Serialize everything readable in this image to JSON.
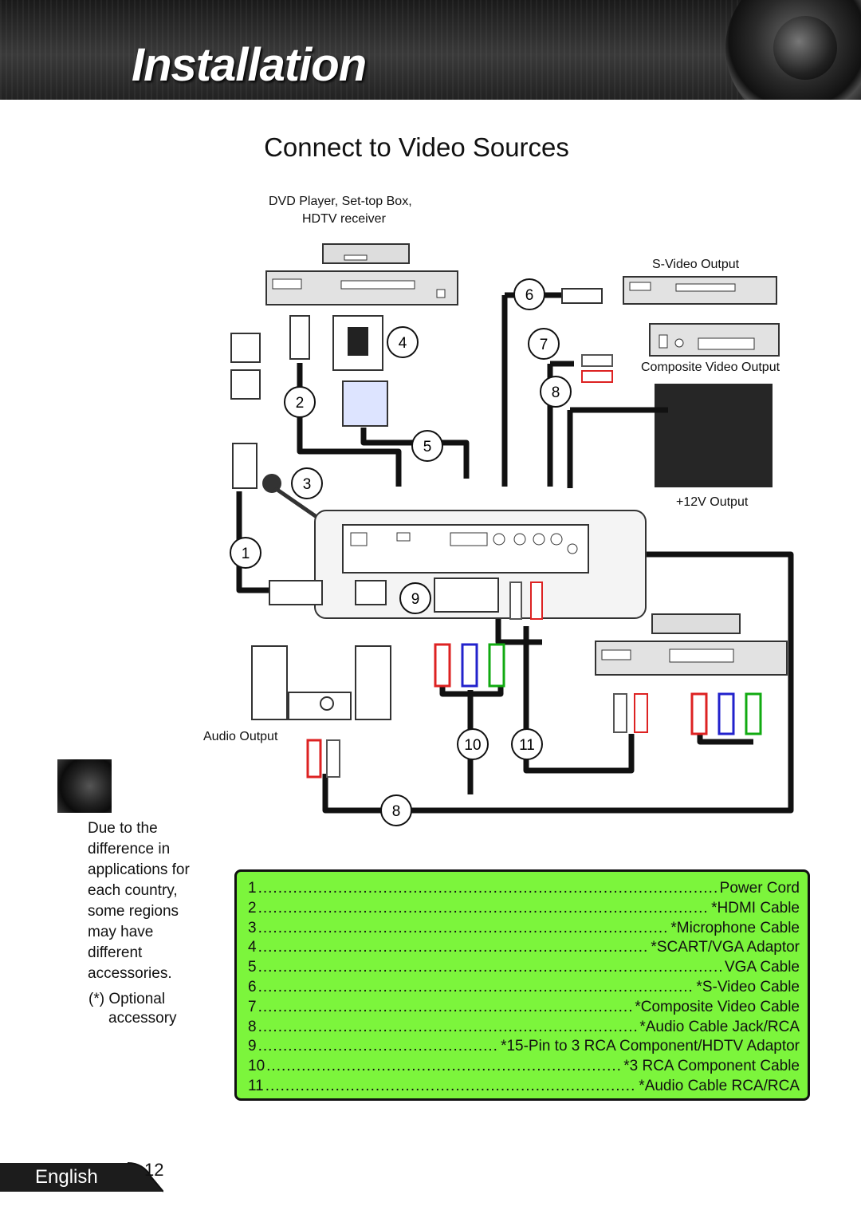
{
  "header": {
    "title": "Installation"
  },
  "page_title": "Connect to Video Sources",
  "labels": {
    "dvd_source_line1": "DVD Player, Set-top Box,",
    "dvd_source_line2": "HDTV receiver",
    "svideo_output": "S-Video Output",
    "composite_output": "Composite Video Output",
    "v12_output": "+12V Output",
    "audio_output": "Audio Output"
  },
  "callouts": [
    "1",
    "2",
    "3",
    "4",
    "5",
    "6",
    "7",
    "8",
    "9",
    "10",
    "11",
    "8"
  ],
  "note": {
    "text": "Due to the difference in applications for each country, some regions may have different accessories.",
    "optional_marker": "(*) Optional",
    "optional_word": "accessory"
  },
  "accessories": [
    {
      "num": "1",
      "label": "Power Cord"
    },
    {
      "num": "2",
      "label": "*HDMI Cable"
    },
    {
      "num": "3",
      "label": "*Microphone Cable"
    },
    {
      "num": "4",
      "label": "*SCART/VGA Adaptor"
    },
    {
      "num": "5",
      "label": "VGA Cable"
    },
    {
      "num": "6",
      "label": "*S-Video Cable"
    },
    {
      "num": "7",
      "label": "*Composite Video Cable"
    },
    {
      "num": "8",
      "label": "*Audio Cable Jack/RCA"
    },
    {
      "num": "9",
      "label": "*15-Pin to 3 RCA Component/HDTV Adaptor"
    },
    {
      "num": "10",
      "label": "*3 RCA Component Cable"
    },
    {
      "num": "11",
      "label": "*Audio Cable RCA/RCA"
    }
  ],
  "footer": {
    "language": "English",
    "page_number": "12"
  },
  "colors": {
    "list_background": "#7cf53c",
    "header_background": "#2a2a2a"
  }
}
